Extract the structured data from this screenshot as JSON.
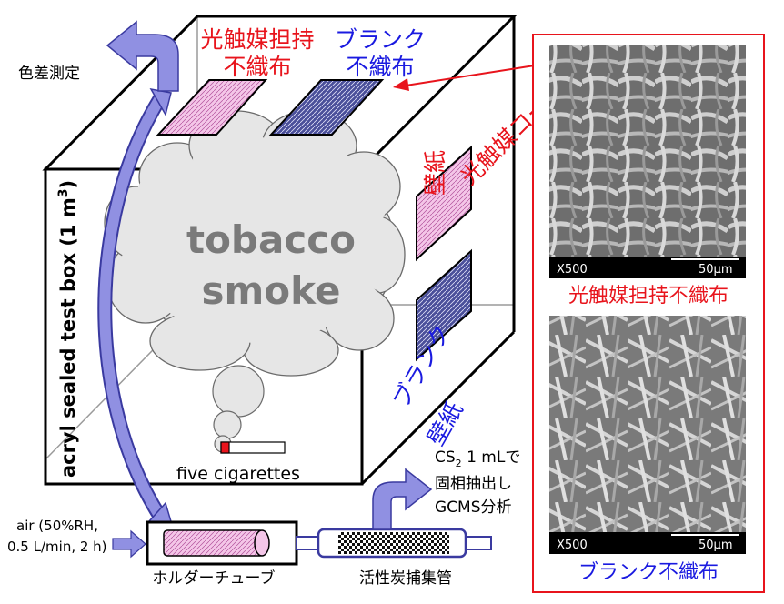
{
  "box": {
    "side_label": "acryl sealed test box (1 m",
    "side_label_sup": "3",
    "side_label_end": ")"
  },
  "smoke": {
    "line1": "tobacco",
    "line2": "smoke"
  },
  "cigarettes": "five cigarettes",
  "color_measure": "色差測定",
  "photocatalyst_fabric_label": {
    "line1": "光触媒担持",
    "line2": "不織布"
  },
  "blank_fabric_label": {
    "line1": "ブランク",
    "line2": "不織布"
  },
  "photocatalyst_wallpaper_label": {
    "line1": "光触媒コート",
    "line2": "壁紙"
  },
  "blank_wallpaper_label": {
    "line1": "ブランク",
    "line2": "壁紙"
  },
  "air_inlet": {
    "line1": "air (50%RH,",
    "line2": "0.5 L/min, 2 h)"
  },
  "holder_tube": "ホルダーチューブ",
  "charcoal_tube": "活性炭捕集管",
  "analysis": {
    "line1_pre": "CS",
    "line1_sub": "2",
    "line1_post": " 1 mLで",
    "line2": "固相抽出し",
    "line3": "GCMS分析"
  },
  "sem_top": {
    "mag": "X500",
    "scale": "50μm",
    "caption": "光触媒担持不織布"
  },
  "sem_bottom": {
    "mag": "X500",
    "scale": "50μm",
    "caption": "ブランク不織布"
  },
  "colors": {
    "red": "#e8141c",
    "blue": "#1a1ae0",
    "arrow": "#8f8fe0",
    "smoke": "#e6e6e6",
    "pink_fill": "#f2c0e6",
    "navy_fill": "#3a3f8c"
  }
}
